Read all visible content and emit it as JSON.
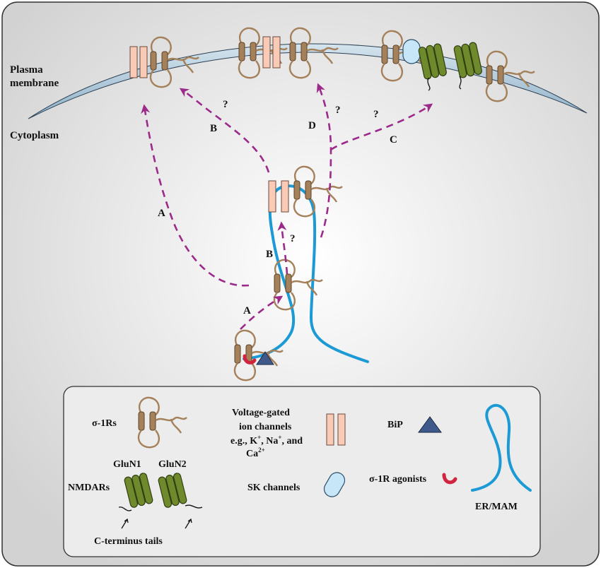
{
  "labels": {
    "plasma_membrane_line1": "Plasma",
    "plasma_membrane_line2": "membrane",
    "cytoplasm": "Cytoplasm"
  },
  "pathways": {
    "A_left": "A",
    "B_top": "B",
    "q_b_top": "?",
    "D": "D",
    "q_d": "?",
    "C": "C",
    "q_c": "?",
    "A_inner": "A",
    "B_inner": "B",
    "q_inner": "?"
  },
  "legend": {
    "sigma_receptors": "σ-1Rs",
    "vgc_line1": "Voltage-gated",
    "vgc_line2": "ion channels",
    "vgc_line3_prefix": "e.g., K",
    "vgc_sup_plus": "+",
    "vgc_sep": ", Na",
    "vgc_sup_plus2": "+",
    "vgc_and": ", and",
    "vgc_line4": "Ca",
    "vgc_sup_2plus": "2+",
    "bip": "BiP",
    "glun1": "GluN1",
    "glun2": "GluN2",
    "nmdars": "NMDARs",
    "sk_channels": "SK channels",
    "agonists": "σ-1R agonists",
    "er_mam": "ER/MAM",
    "c_terminus": "C-terminus tails"
  },
  "colors": {
    "arrow": "#9b2a8a",
    "er": "#1b9ad6",
    "sigma_receptor": "#a4815a",
    "vgc": "#f9cbb6",
    "nmda": "#6f8a2c",
    "sk_channel": "#c7e6f7",
    "bip": "#3f5a8a",
    "agonist": "#d1243f",
    "membrane": "#a9c6d9"
  }
}
